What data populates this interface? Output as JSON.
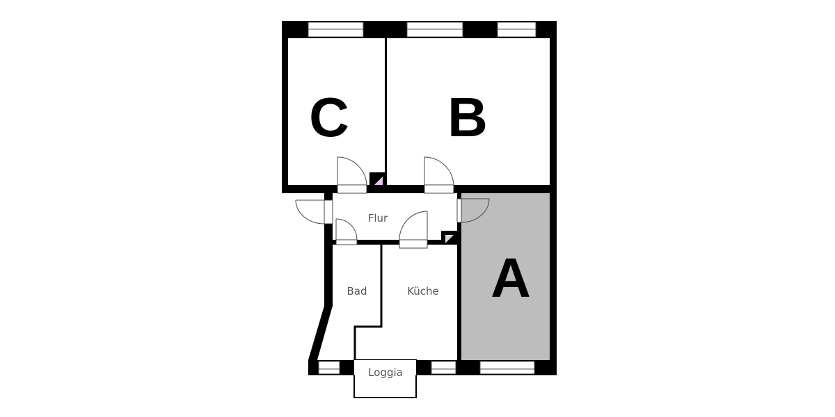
{
  "rooms": {
    "a": "A",
    "b": "B",
    "c": "C",
    "flur": "Flur",
    "bad": "Bad",
    "kueche": "Küche",
    "loggia": "Loggia"
  },
  "colors": {
    "highlighted_room": "#bdbdbd",
    "walls": "#000000"
  },
  "highlighted_room": "A"
}
